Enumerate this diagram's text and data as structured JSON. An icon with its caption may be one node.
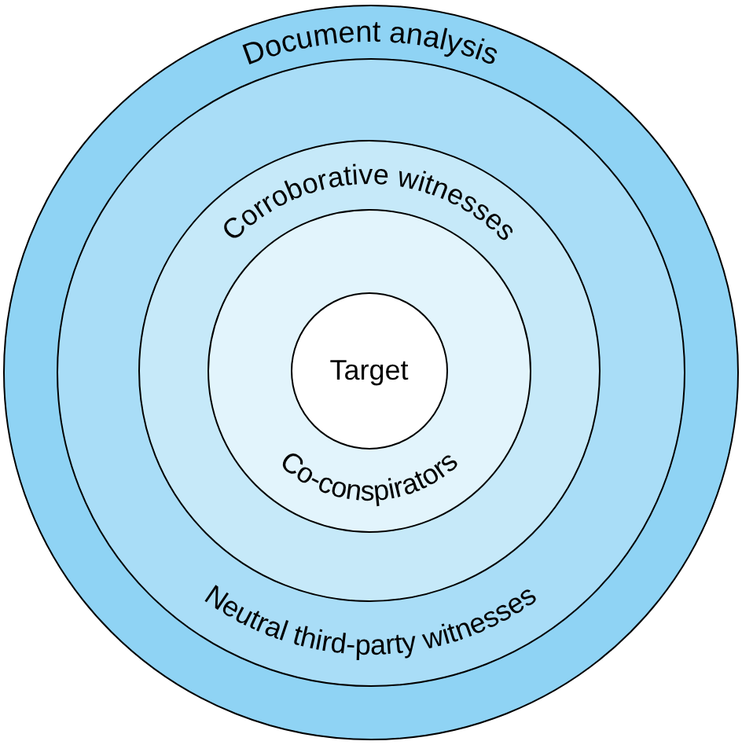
{
  "diagram": {
    "nodes": [
      {
        "text": [
          "Document analysis"
        ]
      },
      {
        "text": [
          "Neutral third-party witnesses"
        ],
        "in": 0
      },
      {
        "text": [
          "Corroborative witnesses"
        ],
        "in": 1
      },
      {
        "text": [
          "Co-conspirators"
        ],
        "in": 2
      },
      {
        "text": [
          "Target"
        ],
        "in": 3
      }
    ]
  }
}
